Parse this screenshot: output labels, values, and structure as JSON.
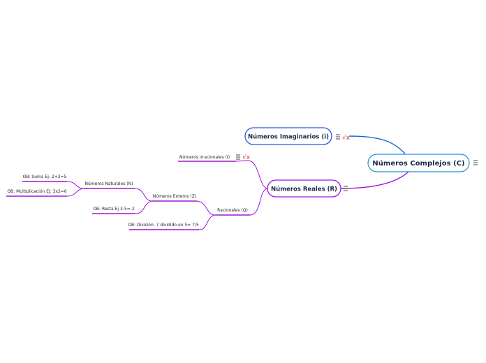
{
  "colors": {
    "blue": "#1e5fd6",
    "purple": "#9b19d6",
    "leaf_purple": "#9b19d6",
    "sqrt_red": "#c0392b"
  },
  "icons": {
    "menu": "menu-icon",
    "sqrt": "sqrt-x-icon"
  },
  "nodes": {
    "root": {
      "label": "Números Complejos (C)"
    },
    "imaginarios": {
      "label": "Números Imaginarios (i)"
    },
    "reales": {
      "label": "Números Reales (R)"
    },
    "irracionales": {
      "label": "Números Irracionales (I)"
    },
    "racionales": {
      "label": "Racionales (Q)"
    },
    "enteros": {
      "label": "Números Enteros (Z)"
    },
    "naturales": {
      "label": "Números Naturales (N)"
    },
    "suma": {
      "label": "OB: Suma Ej: 2+3=5"
    },
    "multiplicacion": {
      "label": "OB: Multiplicación Ej: 3x2=6"
    },
    "resta": {
      "label": "OB: Resta Ej 3-5=-2"
    },
    "division": {
      "label": "OB: División: 7 dividido en 5= 7/5"
    }
  },
  "sqrt_glyph": "√x"
}
